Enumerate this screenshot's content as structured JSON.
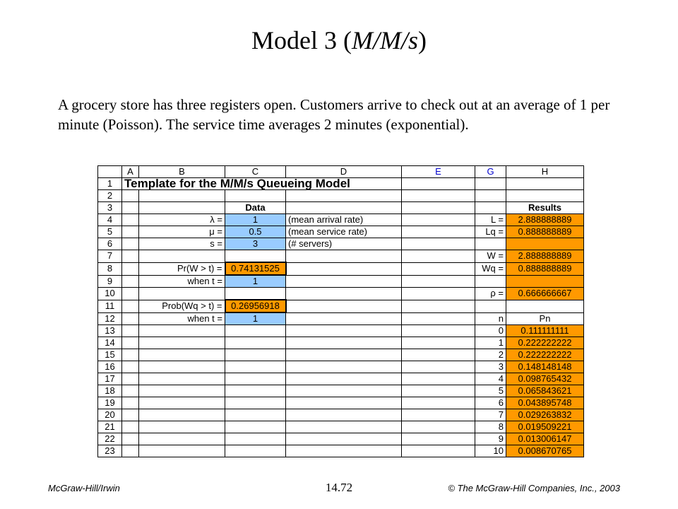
{
  "slide": {
    "title_main": "Model 3 (",
    "title_italic": "M/M/s",
    "title_end": ")",
    "paragraph": "A grocery store has three registers open. Customers arrive to check out at an average of 1 per minute (Poisson). The service time averages 2 minutes (exponential)."
  },
  "sheet": {
    "col_headers": [
      "A",
      "B",
      "C",
      "D",
      "E",
      "G",
      "H"
    ],
    "sheet_title": "Template for the M/M/s Queueing Model",
    "data_header": "Data",
    "results_header": "Results",
    "lambda_label": "λ =",
    "mu_label": "μ =",
    "s_label": "s =",
    "lambda_value": "1",
    "mu_value": "0.5",
    "s_value": "3",
    "lambda_desc": "(mean arrival rate)",
    "mu_desc": "(mean service rate)",
    "s_desc": "(# servers)",
    "pr_w_label": "Pr(W > t) =",
    "pr_w_value": "0.74131525",
    "when_t_label": "when t =",
    "when_t_value": "1",
    "prob_wq_label": "Prob(Wq > t) =",
    "prob_wq_value": "0.26956918",
    "when_t2_label": "when t =",
    "when_t2_value": "1",
    "L_label": "L =",
    "L_value": "2.888888889",
    "Lq_label": "Lq =",
    "Lq_value": "0.888888889",
    "W_label": "W =",
    "W_value": "2.888888889",
    "Wq_label": "Wq =",
    "Wq_value": "0.888888889",
    "rho_label": "ρ =",
    "rho_value": "0.666666667",
    "n_header": "n",
    "pn_header": "Pn",
    "pn_table": [
      {
        "n": "0",
        "p": "0.111111111"
      },
      {
        "n": "1",
        "p": "0.222222222"
      },
      {
        "n": "2",
        "p": "0.222222222"
      },
      {
        "n": "3",
        "p": "0.148148148"
      },
      {
        "n": "4",
        "p": "0.098765432"
      },
      {
        "n": "5",
        "p": "0.065843621"
      },
      {
        "n": "6",
        "p": "0.043895748"
      },
      {
        "n": "7",
        "p": "0.029263832"
      },
      {
        "n": "8",
        "p": "0.019509221"
      },
      {
        "n": "9",
        "p": "0.013006147"
      },
      {
        "n": "10",
        "p": "0.008670765"
      }
    ]
  },
  "footer": {
    "left": "McGraw-Hill/Irwin",
    "center": "14.72",
    "right": "© The McGraw-Hill Companies, Inc., 2003"
  }
}
